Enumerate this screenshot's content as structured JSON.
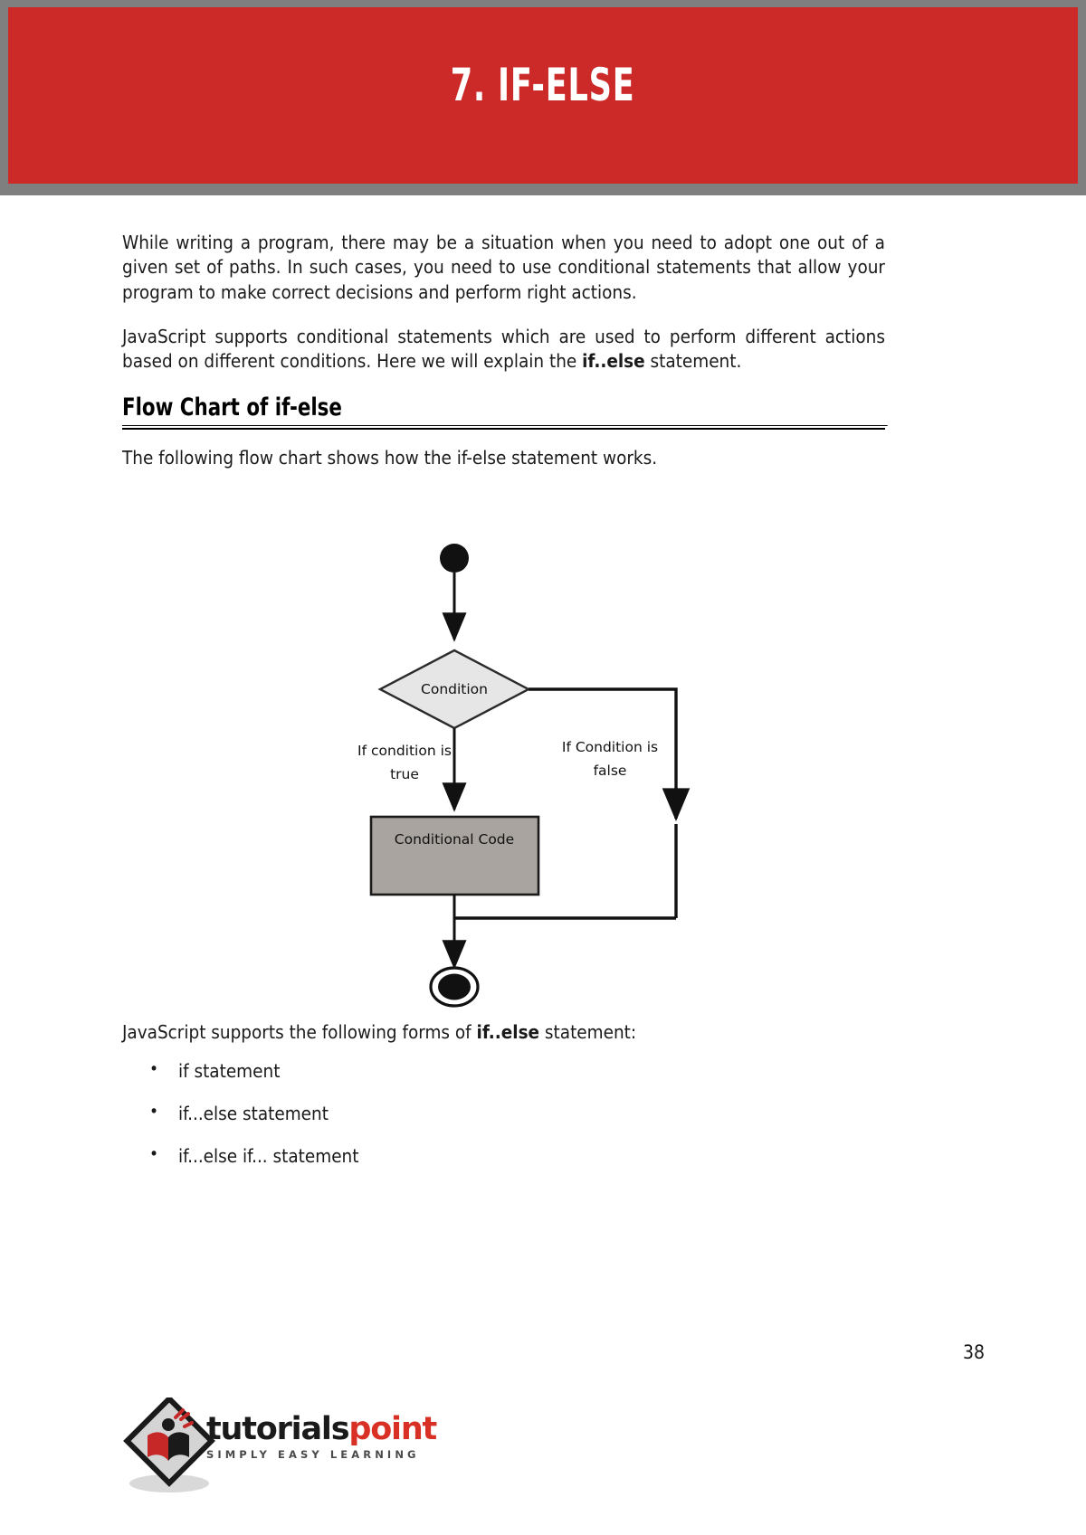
{
  "banner": {
    "chapter_title": "7.  IF-ELSE",
    "background_color": "#cc2929",
    "frame_color": "#7f7f7f",
    "text_color": "#ffffff"
  },
  "body": {
    "paragraph_1": "While writing a program, there may be a situation when you need to adopt one out of a given set of paths. In such cases, you need to use conditional statements that allow your program to make correct decisions and perform right actions.",
    "paragraph_2_part1": "JavaScript supports conditional statements which are used to perform different actions based on different conditions. Here we will explain the ",
    "paragraph_2_bold": "if..else",
    "paragraph_2_part2": " statement.",
    "section_heading": "Flow Chart of if-else",
    "lead_text": "The following flow chart shows how the if-else statement works."
  },
  "flowchart": {
    "start_node": "start-node",
    "decision_label": "Condition",
    "true_branch_line1": "If condition is",
    "true_branch_line2": "true",
    "false_branch_line1": "If Condition is",
    "false_branch_line2": "false",
    "process_label": "Conditional Code",
    "end_node": "end-node",
    "decision_fill": "#e6e6e6",
    "process_fill": "#a9a49f",
    "stroke_color": "#1a1a1a"
  },
  "forms": {
    "intro_part1": "JavaScript supports the following forms of ",
    "intro_bold": "if..else",
    "intro_part2": " statement:",
    "items": [
      "if statement",
      "if...else statement",
      "if...else if... statement"
    ]
  },
  "footer": {
    "page_number": "38",
    "logo_word_1": "tutorials",
    "logo_word_2": "point",
    "logo_tagline": "SIMPLY EASY LEARNING",
    "logo_accent_color": "#d93025"
  }
}
